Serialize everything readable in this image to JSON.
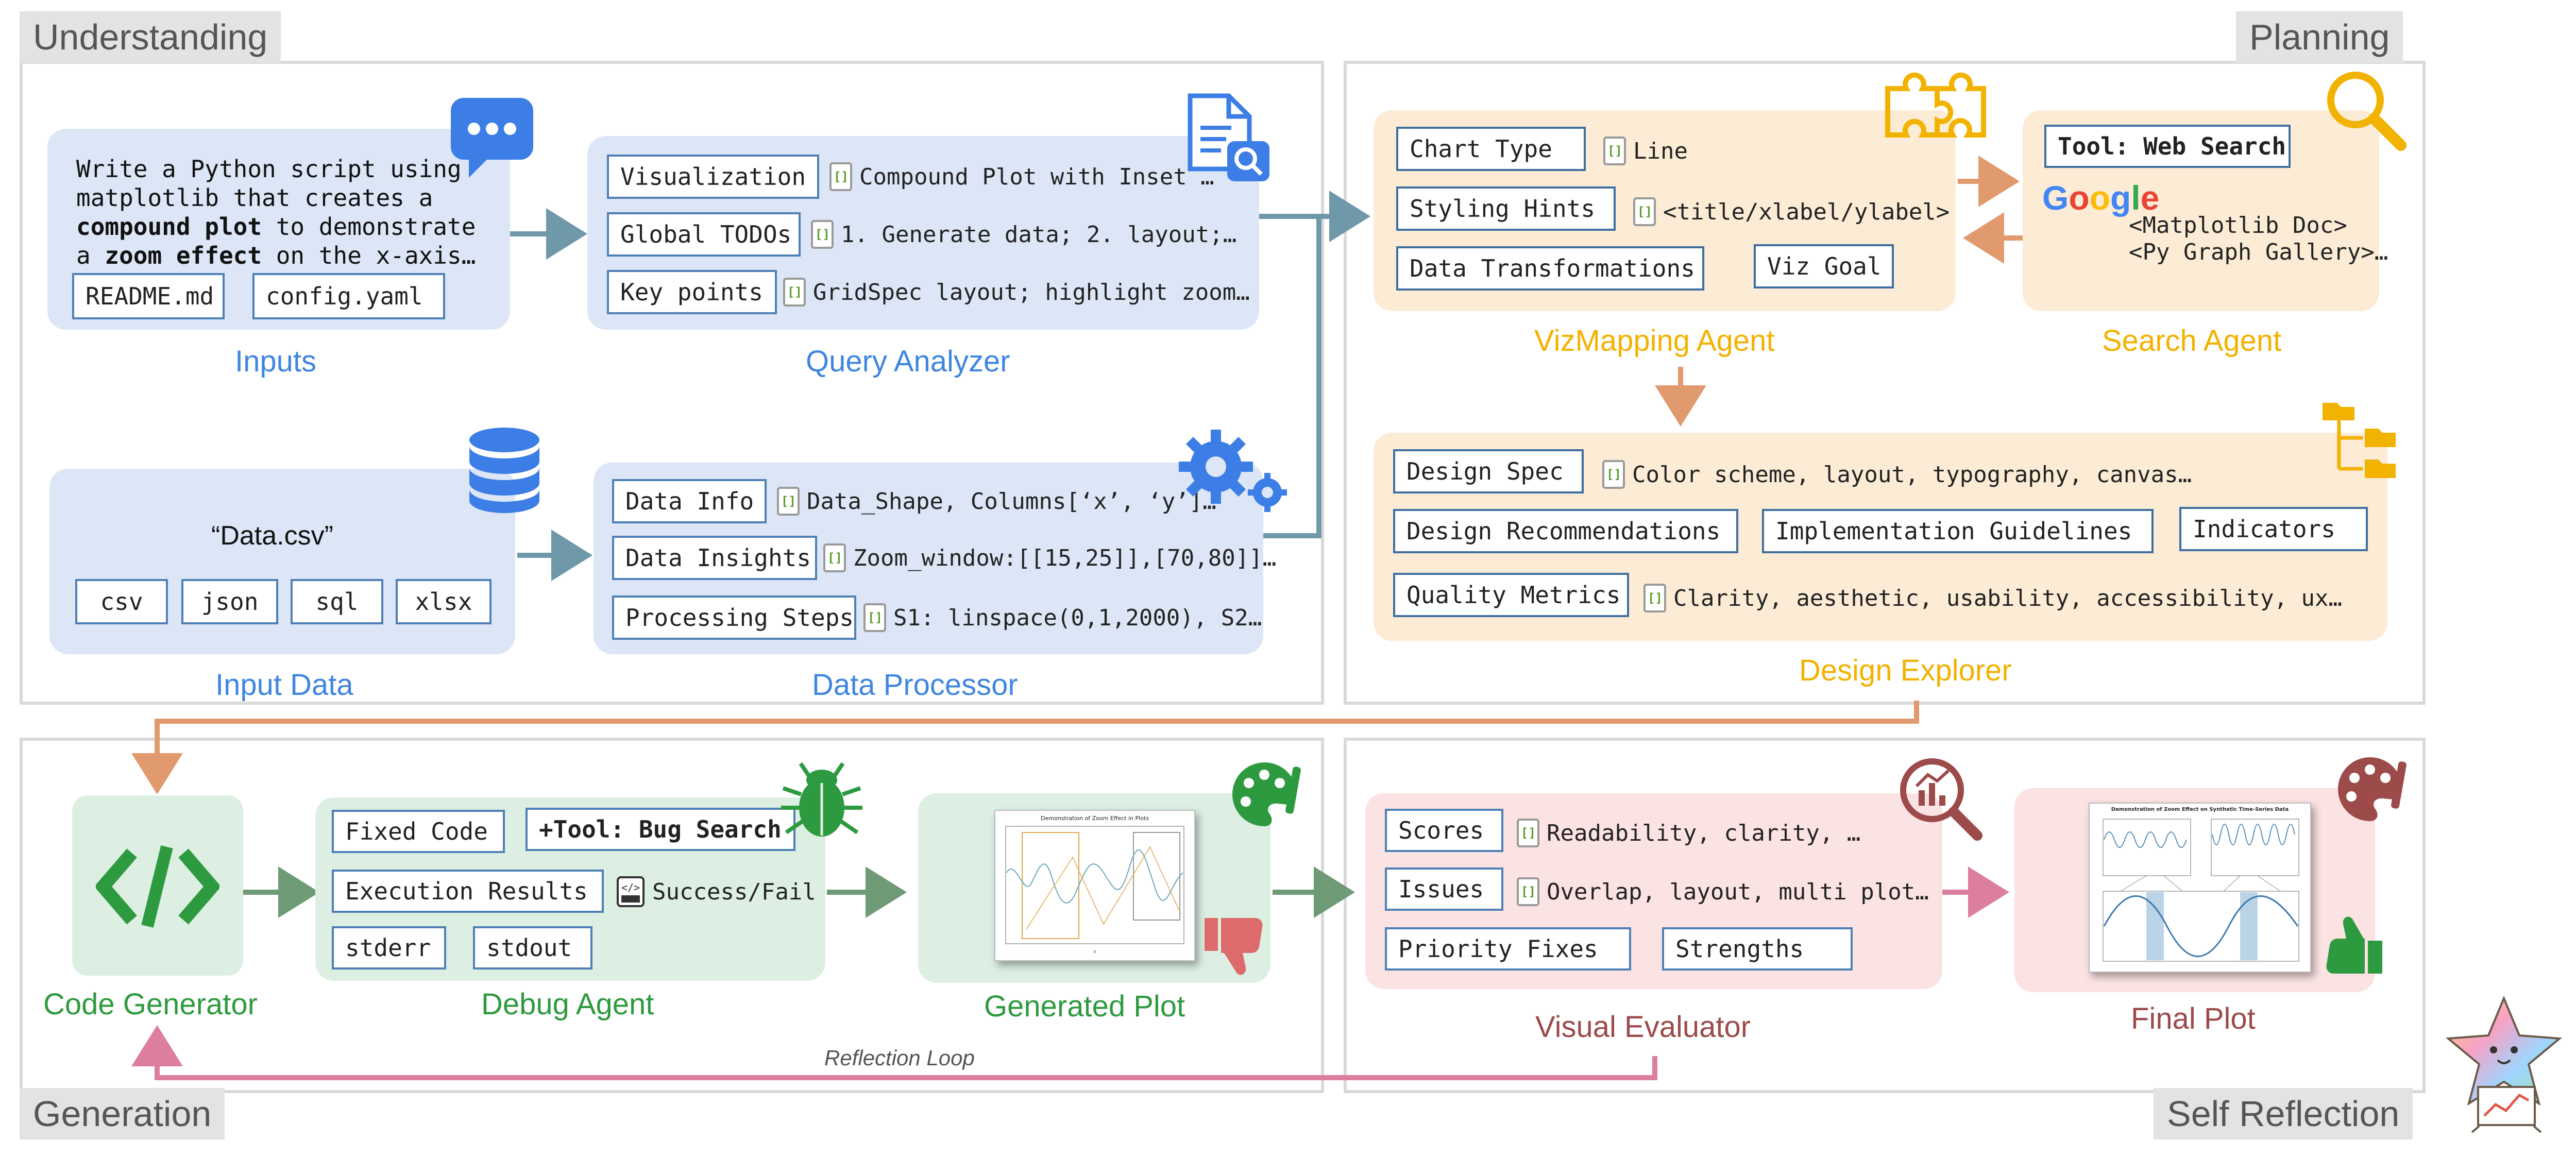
{
  "sections": {
    "understanding": "Understanding",
    "planning": "Planning",
    "generation": "Generation",
    "self_reflection": "Self Reflection"
  },
  "inputs": {
    "prompt_part1": "Write a Python script using\nmatplotlib that creates a\n",
    "prompt_bold1": "compound plot",
    "prompt_part2": " to demonstrate\na ",
    "prompt_bold2": "zoom effect",
    "prompt_part3": " on the x-axis…",
    "files": [
      "README.md",
      "config.yaml"
    ],
    "title": "Inputs"
  },
  "query_analyzer": {
    "title": "Query Analyzer",
    "rows": [
      {
        "tag": "Visualization",
        "value": "Compound Plot with Inset …"
      },
      {
        "tag": "Global TODOs",
        "value": "1. Generate data; 2. layout;…"
      },
      {
        "tag": "Key points",
        "value": "GridSpec layout; highlight zoom…"
      }
    ]
  },
  "input_data": {
    "title": "Input Data",
    "filename": "“Data.csv”",
    "formats": [
      "csv",
      "json",
      "sql",
      "xlsx"
    ]
  },
  "data_processor": {
    "title": "Data Processor",
    "rows": [
      {
        "tag": "Data Info",
        "value": "Data_Shape, Columns[‘x’, ‘y’]…"
      },
      {
        "tag": "Data Insights",
        "value": "Zoom_window:[[15,25]],[70,80]]…"
      },
      {
        "tag": "Processing Steps",
        "value": "S1: linspace(0,1,2000), S2…"
      }
    ]
  },
  "vizmapping": {
    "title": "VizMapping Agent",
    "chart_type_tag": "Chart Type",
    "chart_type_value": "Line",
    "styling_tag": "Styling Hints",
    "styling_value": "<title/xlabel/ylabel>",
    "transform_tag": "Data Transformations",
    "goal_tag": "Viz Goal"
  },
  "search_agent": {
    "title": "Search Agent",
    "tool_tag": "Tool: Web Search",
    "google": [
      "G",
      "o",
      "o",
      "g",
      "l",
      "e"
    ],
    "results": "<Matplotlib Doc>\n<Py Graph Gallery>…"
  },
  "design_explorer": {
    "title": "Design Explorer",
    "spec_tag": "Design Spec",
    "spec_value": "Color scheme, layout, typography, canvas…",
    "recommendations_tag": "Design Recommendations",
    "guidelines_tag": "Implementation Guidelines",
    "indicators_tag": "Indicators",
    "quality_tag": "Quality Metrics",
    "quality_value": "Clarity, aesthetic, usability, accessibility, ux…"
  },
  "code_generator": {
    "title": "Code Generator"
  },
  "debug_agent": {
    "title": "Debug Agent",
    "fixed_code_tag": "Fixed Code",
    "bug_search_tag": "+Tool: Bug Search",
    "exec_tag": "Execution Results",
    "exec_value": "Success/Fail",
    "stderr_tag": "stderr",
    "stdout_tag": "stdout"
  },
  "generated_plot": {
    "title": "Generated Plot",
    "thumb_title": "Demonstration of Zoom Effect in Plots"
  },
  "visual_evaluator": {
    "title": "Visual Evaluator",
    "scores_tag": "Scores",
    "scores_value": "Readability, clarity, …",
    "issues_tag": "Issues",
    "issues_value": "Overlap, layout, multi plot…",
    "priority_tag": "Priority Fixes",
    "strengths_tag": "Strengths"
  },
  "final_plot": {
    "title": "Final Plot",
    "thumb_title": "Demonstration of Zoom Effect on Synthetic Time-Series Data"
  },
  "reflection_loop": "Reflection Loop",
  "colors": {
    "blue_title": "#3f86e0",
    "yellow_title": "#f2b200",
    "green_title": "#2e9a3f",
    "red_title": "#9c4a4a",
    "arrow_teal": "#6f98a8",
    "arrow_orange": "#e09a6e",
    "arrow_green": "#6e9a76",
    "arrow_pink": "#dc7ea0"
  },
  "icons": [
    "chat-bubble-icon",
    "document-search-icon",
    "database-icon",
    "gears-icon",
    "puzzle-icon",
    "magnifier-icon",
    "folder-tree-icon",
    "bug-icon",
    "palette-icon",
    "thumbs-down-icon",
    "analytics-search-icon",
    "thumbs-up-icon",
    "code-icon",
    "star-mascot-icon",
    "json-file-icon"
  ]
}
